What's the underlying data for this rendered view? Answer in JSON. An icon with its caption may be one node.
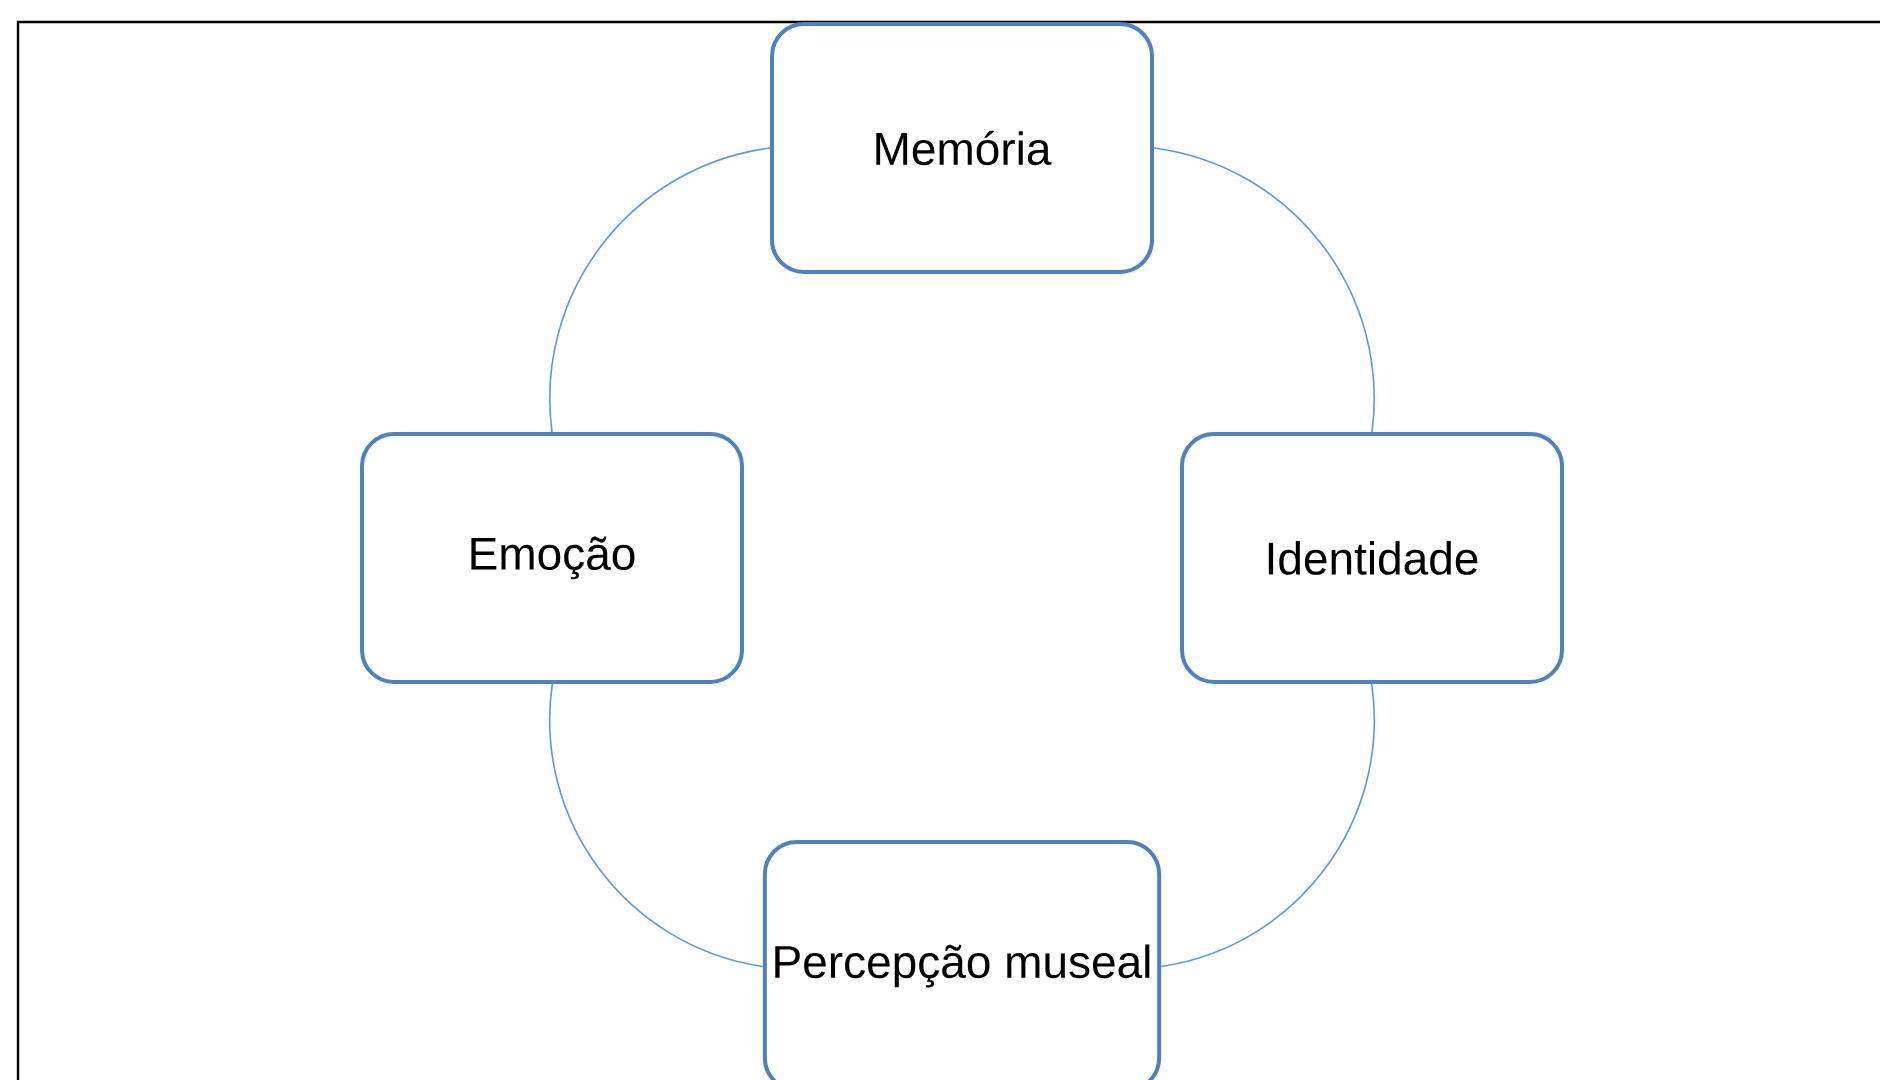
{
  "diagram": {
    "nodes": [
      {
        "text": [
          "Memória"
        ]
      },
      {
        "text": [
          "Identidade"
        ]
      },
      {
        "text": [
          "Percepção museal"
        ]
      },
      {
        "text": [
          "Emoção"
        ]
      }
    ],
    "edges": [
      {
        "from": 0,
        "to": 1,
        "arrow": "none"
      },
      {
        "from": 1,
        "to": 2,
        "arrow": "none"
      },
      {
        "from": 2,
        "to": 3,
        "arrow": "none"
      },
      {
        "from": 3,
        "to": 0,
        "arrow": "none"
      }
    ]
  }
}
